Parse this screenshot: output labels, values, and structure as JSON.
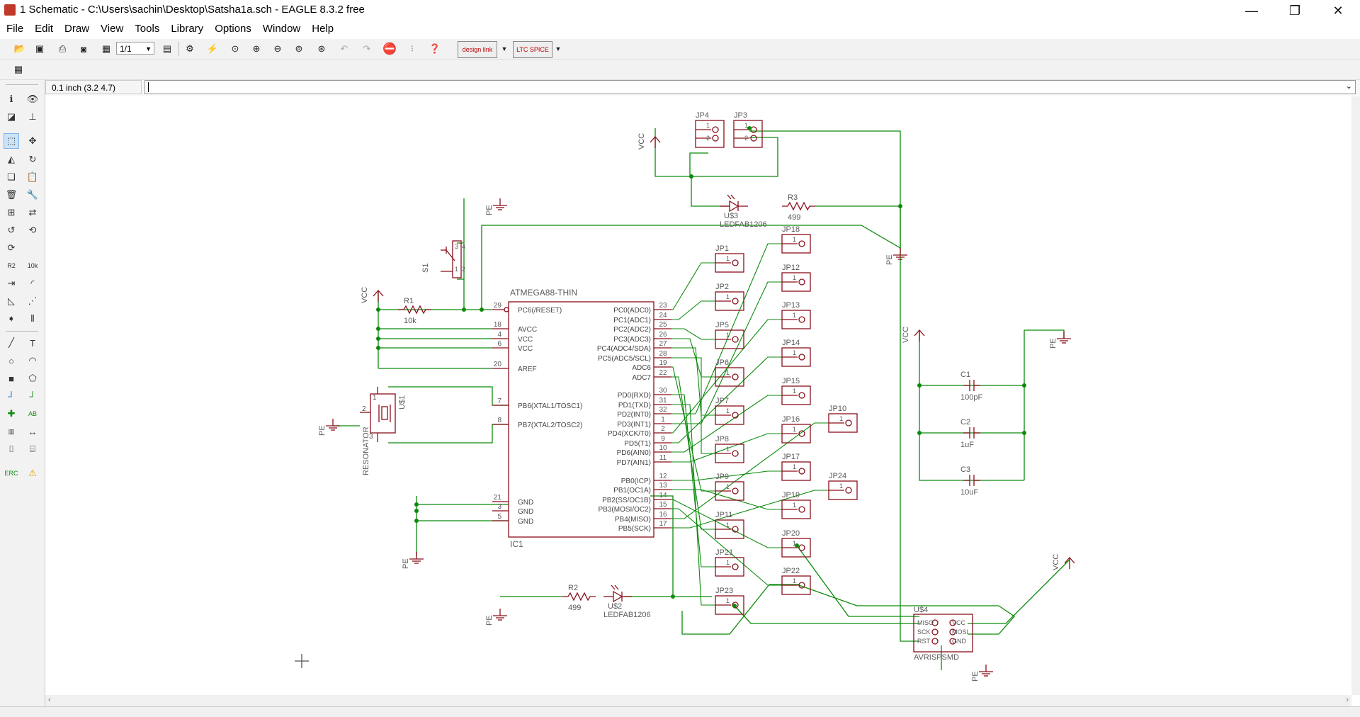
{
  "window": {
    "title": "1 Schematic - C:\\Users\\sachin\\Desktop\\Satsha1a.sch - EAGLE 8.3.2 free",
    "minimize": "—",
    "restore": "❐",
    "close": "✕"
  },
  "menu": [
    "File",
    "Edit",
    "Draw",
    "View",
    "Tools",
    "Library",
    "Options",
    "Window",
    "Help"
  ],
  "toolbar": {
    "sheet_select": "1/1",
    "badge_designlink": "design link",
    "badge_ltspice": "LTC SPICE"
  },
  "command": {
    "coord_readout": "0.1 inch (3.2 4.7)",
    "input_value": ""
  },
  "schematic": {
    "colors": {
      "wire": "#0a8a0a",
      "part": "#8a0f1a",
      "text": "#5a5a5a",
      "junction": "#0a8a0a"
    },
    "mcu": {
      "value": "ATMEGA88-THIN",
      "name": "IC1"
    },
    "mcu_left_pins": [
      {
        "num": "29",
        "label": "PC6(/RESET)"
      },
      {
        "num": "18",
        "label": "AVCC"
      },
      {
        "num": "4",
        "label": "VCC"
      },
      {
        "num": "6",
        "label": "VCC"
      },
      {
        "num": "20",
        "label": "AREF"
      },
      {
        "num": "7",
        "label": "PB6(XTAL1/TOSC1)"
      },
      {
        "num": "8",
        "label": "PB7(XTAL2/TOSC2)"
      },
      {
        "num": "21",
        "label": "GND"
      },
      {
        "num": "3",
        "label": "GND"
      },
      {
        "num": "5",
        "label": "GND"
      }
    ],
    "mcu_right_pins": [
      {
        "num": "23",
        "label": "PC0(ADC0)"
      },
      {
        "num": "24",
        "label": "PC1(ADC1)"
      },
      {
        "num": "25",
        "label": "PC2(ADC2)"
      },
      {
        "num": "26",
        "label": "PC3(ADC3)"
      },
      {
        "num": "27",
        "label": "PC4(ADC4/SDA)"
      },
      {
        "num": "28",
        "label": "PC5(ADC5/SCL)"
      },
      {
        "num": "19",
        "label": "ADC6"
      },
      {
        "num": "22",
        "label": "ADC7"
      },
      {
        "num": "30",
        "label": "PD0(RXD)"
      },
      {
        "num": "31",
        "label": "PD1(TXD)"
      },
      {
        "num": "32",
        "label": "PD2(INT0)"
      },
      {
        "num": "1",
        "label": "PD3(INT1)"
      },
      {
        "num": "2",
        "label": "PD4(XCK/T0)"
      },
      {
        "num": "9",
        "label": "PD5(T1)"
      },
      {
        "num": "10",
        "label": "PD6(AIN0)"
      },
      {
        "num": "11",
        "label": "PD7(AIN1)"
      },
      {
        "num": "12",
        "label": "PB0(ICP)"
      },
      {
        "num": "13",
        "label": "PB1(OC1A)"
      },
      {
        "num": "14",
        "label": "PB2(SS/OC1B)"
      },
      {
        "num": "15",
        "label": "PB3(MOSI/OC2)"
      },
      {
        "num": "16",
        "label": "PB4(MISO)"
      },
      {
        "num": "17",
        "label": "PB5(SCK)"
      }
    ],
    "jumpers_col1": [
      "JP1",
      "JP2",
      "JP5",
      "JP6",
      "JP7",
      "JP8",
      "JP9",
      "JP11",
      "JP21",
      "JP23"
    ],
    "jumpers_col2": [
      "JP18",
      "JP12",
      "JP13",
      "JP14",
      "JP15",
      "JP16",
      "JP17",
      "JP19",
      "JP20",
      "JP22"
    ],
    "jumpers_extra": [
      "JP10",
      "JP24"
    ],
    "jumpers_top": [
      "JP4",
      "JP3"
    ],
    "pin_label_one": "1",
    "pin_label_two": "2",
    "r1": {
      "name": "R1",
      "value": "10k"
    },
    "r2": {
      "name": "R2",
      "value": "499"
    },
    "r3": {
      "name": "R3",
      "value": "499"
    },
    "led_top": {
      "name": "U$3",
      "value": "LEDFAB1206"
    },
    "led_bottom": {
      "name": "U$2",
      "value": "LEDFAB1206"
    },
    "resonator": {
      "name": "U$1",
      "value": "RESONATOR",
      "pins": [
        "1",
        "2",
        "3"
      ]
    },
    "switch": {
      "name": "S1",
      "pins": [
        "1",
        "2",
        "3",
        "4"
      ]
    },
    "c1": {
      "name": "C1",
      "value": "100pF"
    },
    "c2": {
      "name": "C2",
      "value": "1uF"
    },
    "c3": {
      "name": "C3",
      "value": "10uF"
    },
    "isp": {
      "name": "U$4",
      "value": "AVRISPSMD",
      "pins": [
        "MISO",
        "VCC",
        "SCK",
        "MOSI",
        "RST",
        "GND"
      ]
    },
    "supply_vcc": "VCC",
    "supply_gnd": "PE"
  }
}
